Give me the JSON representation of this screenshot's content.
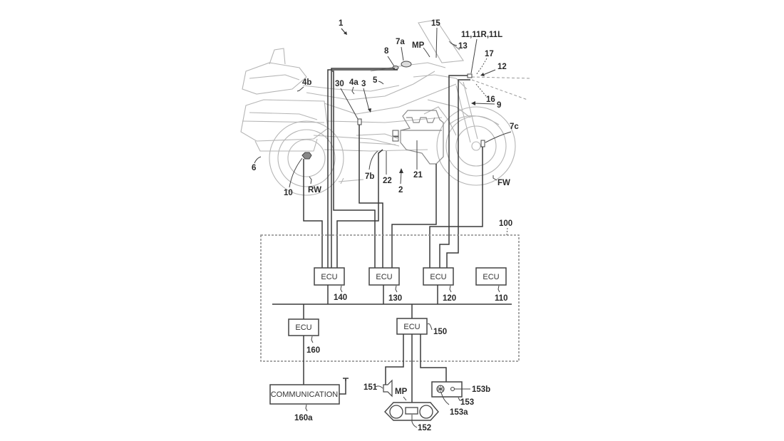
{
  "figure": {
    "vehicle_ref": "1",
    "vehicle_parts": {
      "rear_box": "4b",
      "seat": "4a",
      "frame": "3",
      "body": "5",
      "rear_side": "6",
      "switch_a": "7a",
      "switch_b": "7b",
      "switch_c": "7c",
      "switch_8": "8",
      "front_fork": "9",
      "rear_sensor": "10",
      "lamps": "11,11R,11L",
      "headlight": "12",
      "screen": "13",
      "meter": "15",
      "sensor_16": "16",
      "sensor_17": "17",
      "engine": "21",
      "drive": "22",
      "engine_unit": "2",
      "sensor_30": "30",
      "meter_panel": "MP",
      "rear_wheel": "RW",
      "front_wheel": "FW"
    },
    "control_unit": {
      "ref": "100",
      "ecus": [
        {
          "label": "ECU",
          "ref": "140"
        },
        {
          "label": "ECU",
          "ref": "130"
        },
        {
          "label": "ECU",
          "ref": "120"
        },
        {
          "label": "ECU",
          "ref": "110"
        },
        {
          "label": "ECU",
          "ref": "160"
        },
        {
          "label": "ECU",
          "ref": "150"
        }
      ]
    },
    "peripherals": {
      "communication_label": "COMMUNICATION",
      "communication_ref": "160a",
      "speaker_ref": "151",
      "meter_panel_label": "MP",
      "display_ref": "152",
      "switch_unit_ref": "153",
      "switch_dial_ref": "153a",
      "switch_button_ref": "153b"
    }
  }
}
